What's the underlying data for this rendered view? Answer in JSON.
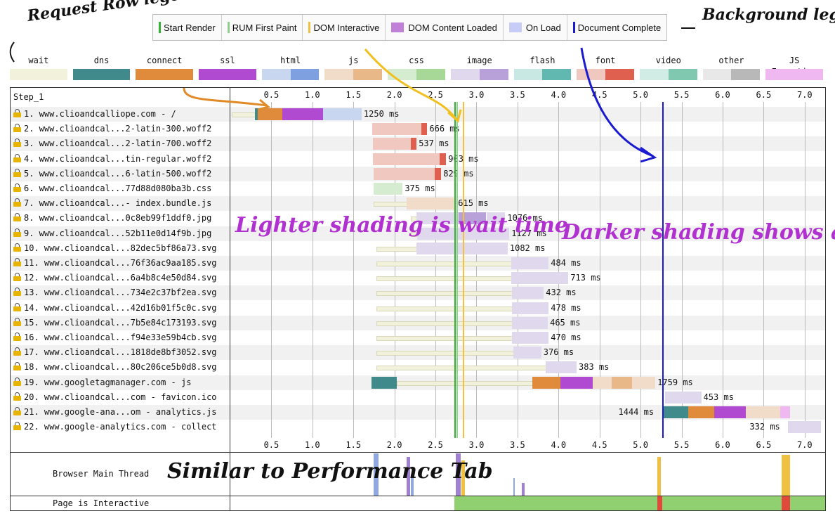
{
  "background_legend": [
    {
      "label": "Start Render",
      "color": "#32b432",
      "kind": "line"
    },
    {
      "label": "RUM First Paint",
      "color": "#8fd08f",
      "kind": "line"
    },
    {
      "label": "DOM Interactive",
      "color": "#f0c040",
      "kind": "line"
    },
    {
      "label": "DOM Content Loaded",
      "color": "#c080d8",
      "kind": "box"
    },
    {
      "label": "On Load",
      "color": "#c6ccf5",
      "kind": "box"
    },
    {
      "label": "Document Complete",
      "color": "#1a1ad0",
      "kind": "line"
    }
  ],
  "row_legend": [
    {
      "label": "wait",
      "light": "#f1f1dc",
      "dark": "#f1f1dc"
    },
    {
      "label": "dns",
      "light": "#408a8c",
      "dark": "#408a8c"
    },
    {
      "label": "connect",
      "light": "#e08a3c",
      "dark": "#e08a3c"
    },
    {
      "label": "ssl",
      "light": "#b04ad0",
      "dark": "#b04ad0"
    },
    {
      "label": "html",
      "light": "#c8d6f0",
      "dark": "#7fa0e0"
    },
    {
      "label": "js",
      "light": "#f0dcc8",
      "dark": "#e8b888"
    },
    {
      "label": "css",
      "light": "#d6ecd0",
      "dark": "#a8d898"
    },
    {
      "label": "image",
      "light": "#e0d8ec",
      "dark": "#b8a0d8"
    },
    {
      "label": "flash",
      "light": "#c8e8e4",
      "dark": "#60b8b0"
    },
    {
      "label": "font",
      "light": "#f0c8c0",
      "dark": "#e06050"
    },
    {
      "label": "video",
      "light": "#d0ece4",
      "dark": "#80c8b0"
    },
    {
      "label": "other",
      "light": "#e8e8e8",
      "dark": "#b8b8b8"
    },
    {
      "label": "JS Execution",
      "light": "#f0b8f0",
      "dark": "#f0b8f0"
    }
  ],
  "step_label": "Step_1",
  "ticks": [
    "0.5",
    "1.0",
    "1.5",
    "2.0",
    "2.5",
    "3.0",
    "3.5",
    "4.0",
    "4.5",
    "5.0",
    "5.5",
    "6.0",
    "6.5",
    "7.0"
  ],
  "markers": {
    "start_render": 2.73,
    "rum_first_paint": 2.76,
    "dom_interactive": 2.83,
    "document_complete": 5.26
  },
  "requests": [
    {
      "label": "1. www.clioandcalliope.com - /",
      "ms": "1250 ms",
      "type": "html",
      "segs": [
        {
          "s": 0.02,
          "e": 0.3,
          "c": "wait"
        },
        {
          "s": 0.3,
          "e": 0.33,
          "c": "dns"
        },
        {
          "s": 0.33,
          "e": 0.63,
          "c": "connect"
        },
        {
          "s": 0.63,
          "e": 1.13,
          "c": "ssl"
        },
        {
          "s": 1.13,
          "e": 1.6,
          "c": "html_light"
        }
      ]
    },
    {
      "label": "2. www.clioandcal...2-latin-300.woff2",
      "ms": "666 ms",
      "segs": [
        {
          "s": 1.73,
          "e": 2.33,
          "c": "font_light"
        },
        {
          "s": 2.33,
          "e": 2.4,
          "c": "font_dark"
        }
      ]
    },
    {
      "label": "3. www.clioandcal...2-latin-700.woff2",
      "ms": "537 ms",
      "segs": [
        {
          "s": 1.74,
          "e": 2.2,
          "c": "font_light"
        },
        {
          "s": 2.2,
          "e": 2.27,
          "c": "font_dark"
        }
      ]
    },
    {
      "label": "4. www.clioandcal...tin-regular.woff2",
      "ms": "903 ms",
      "segs": [
        {
          "s": 1.74,
          "e": 2.55,
          "c": "font_light"
        },
        {
          "s": 2.55,
          "e": 2.63,
          "c": "font_dark"
        }
      ]
    },
    {
      "label": "5. www.clioandcal...6-latin-500.woff2",
      "ms": "829 ms",
      "segs": [
        {
          "s": 1.75,
          "e": 2.49,
          "c": "font_light"
        },
        {
          "s": 2.49,
          "e": 2.57,
          "c": "font_dark"
        }
      ]
    },
    {
      "label": "6. www.clioandcal...77d88d080ba3b.css",
      "ms": "375 ms",
      "segs": [
        {
          "s": 1.75,
          "e": 2.1,
          "c": "css_light"
        }
      ]
    },
    {
      "label": "7. www.clioandcal...- index.bundle.js",
      "ms": "615 ms",
      "segs": [
        {
          "s": 1.75,
          "e": 2.15,
          "c": "wait"
        },
        {
          "s": 2.15,
          "e": 2.75,
          "c": "js_light"
        }
      ]
    },
    {
      "label": "8. www.clioandcal...0c8eb99f1ddf0.jpg",
      "ms": "1076 ms",
      "segs": [
        {
          "s": 2.2,
          "e": 2.27,
          "c": "wait"
        },
        {
          "s": 2.27,
          "e": 2.78,
          "c": "image_light"
        },
        {
          "s": 2.78,
          "e": 3.12,
          "c": "image_dark"
        },
        {
          "s": 3.12,
          "e": 3.35,
          "c": "image_light"
        }
      ]
    },
    {
      "label": "9. www.clioandcal...52b11e0d14f9b.jpg",
      "ms": "1127 ms",
      "segs": [
        {
          "s": 2.2,
          "e": 2.28,
          "c": "wait"
        },
        {
          "s": 2.28,
          "e": 3.4,
          "c": "image_light"
        }
      ]
    },
    {
      "label": "10. www.clioandcal...82dec5bf86a73.svg",
      "ms": "1082 ms",
      "segs": [
        {
          "s": 1.78,
          "e": 2.27,
          "c": "wait"
        },
        {
          "s": 2.27,
          "e": 3.38,
          "c": "image_light"
        }
      ]
    },
    {
      "label": "11. www.clioandcal...76f36ac9aa185.svg",
      "ms": "484 ms",
      "segs": [
        {
          "s": 1.78,
          "e": 3.42,
          "c": "wait"
        },
        {
          "s": 3.42,
          "e": 3.88,
          "c": "image_light"
        }
      ]
    },
    {
      "label": "12. www.clioandcal...6a4b8c4e50d84.svg",
      "ms": "713 ms",
      "segs": [
        {
          "s": 1.78,
          "e": 3.42,
          "c": "wait"
        },
        {
          "s": 3.42,
          "e": 4.12,
          "c": "image_light"
        }
      ]
    },
    {
      "label": "13. www.clioandcal...734e2c37bf2ea.svg",
      "ms": "432 ms",
      "segs": [
        {
          "s": 1.78,
          "e": 3.43,
          "c": "wait"
        },
        {
          "s": 3.43,
          "e": 3.82,
          "c": "image_light"
        }
      ]
    },
    {
      "label": "14. www.clioandcal...42d16b01f5c0c.svg",
      "ms": "478 ms",
      "segs": [
        {
          "s": 1.78,
          "e": 3.43,
          "c": "wait"
        },
        {
          "s": 3.43,
          "e": 3.88,
          "c": "image_light"
        }
      ]
    },
    {
      "label": "15. www.clioandcal...7b5e84c173193.svg",
      "ms": "465 ms",
      "segs": [
        {
          "s": 1.78,
          "e": 3.43,
          "c": "wait"
        },
        {
          "s": 3.43,
          "e": 3.87,
          "c": "image_light"
        }
      ]
    },
    {
      "label": "16. www.clioandcal...f94e33e59b4cb.svg",
      "ms": "470 ms",
      "segs": [
        {
          "s": 1.78,
          "e": 3.43,
          "c": "wait"
        },
        {
          "s": 3.43,
          "e": 3.88,
          "c": "image_light"
        }
      ]
    },
    {
      "label": "17. www.clioandcal...1818de8bf3052.svg",
      "ms": "376 ms",
      "segs": [
        {
          "s": 1.78,
          "e": 3.45,
          "c": "wait"
        },
        {
          "s": 3.45,
          "e": 3.79,
          "c": "image_light"
        }
      ]
    },
    {
      "label": "18. www.clioandcal...80c206ce5b0d8.svg",
      "ms": "383 ms",
      "segs": [
        {
          "s": 1.78,
          "e": 3.84,
          "c": "wait"
        },
        {
          "s": 3.84,
          "e": 4.22,
          "c": "image_light"
        }
      ]
    },
    {
      "label": "19. www.googletagmanager.com - js",
      "ms": "1759 ms",
      "segs": [
        {
          "s": 1.72,
          "e": 2.03,
          "c": "dns"
        },
        {
          "s": 2.03,
          "e": 3.68,
          "c": "wait"
        },
        {
          "s": 3.68,
          "e": 4.02,
          "c": "connect"
        },
        {
          "s": 4.02,
          "e": 4.42,
          "c": "ssl"
        },
        {
          "s": 4.42,
          "e": 4.65,
          "c": "js_light"
        },
        {
          "s": 4.65,
          "e": 4.9,
          "c": "js_dark"
        },
        {
          "s": 4.9,
          "e": 5.18,
          "c": "js_light"
        }
      ]
    },
    {
      "label": "20. www.clioandcal...com - favicon.ico",
      "ms": "453 ms",
      "segs": [
        {
          "s": 5.3,
          "e": 5.74,
          "c": "image_light"
        }
      ]
    },
    {
      "label": "21. www.google-ana...om - analytics.js",
      "ms": "1444 ms",
      "segs": [
        {
          "s": 5.26,
          "e": 5.58,
          "c": "dns"
        },
        {
          "s": 5.58,
          "e": 5.9,
          "c": "connect"
        },
        {
          "s": 5.9,
          "e": 6.28,
          "c": "ssl"
        },
        {
          "s": 6.28,
          "e": 6.7,
          "c": "js_light"
        },
        {
          "s": 6.7,
          "e": 6.82,
          "c": "jsexec"
        }
      ]
    },
    {
      "label": "22. www.google-analytics.com - collect",
      "ms": "332 ms",
      "segs": [
        {
          "s": 6.8,
          "e": 7.2,
          "c": "image_light"
        }
      ]
    }
  ],
  "bottom": {
    "thread_label": "Browser Main Thread",
    "interactive_label": "Page is Interactive"
  },
  "annotations": {
    "request_row_legend": "Request Row legend",
    "background_legend": "Background legend",
    "lighter": "Lighter shading is wait time",
    "darker": "Darker shading shows active download",
    "similar": "Similar to Performance Tab"
  }
}
